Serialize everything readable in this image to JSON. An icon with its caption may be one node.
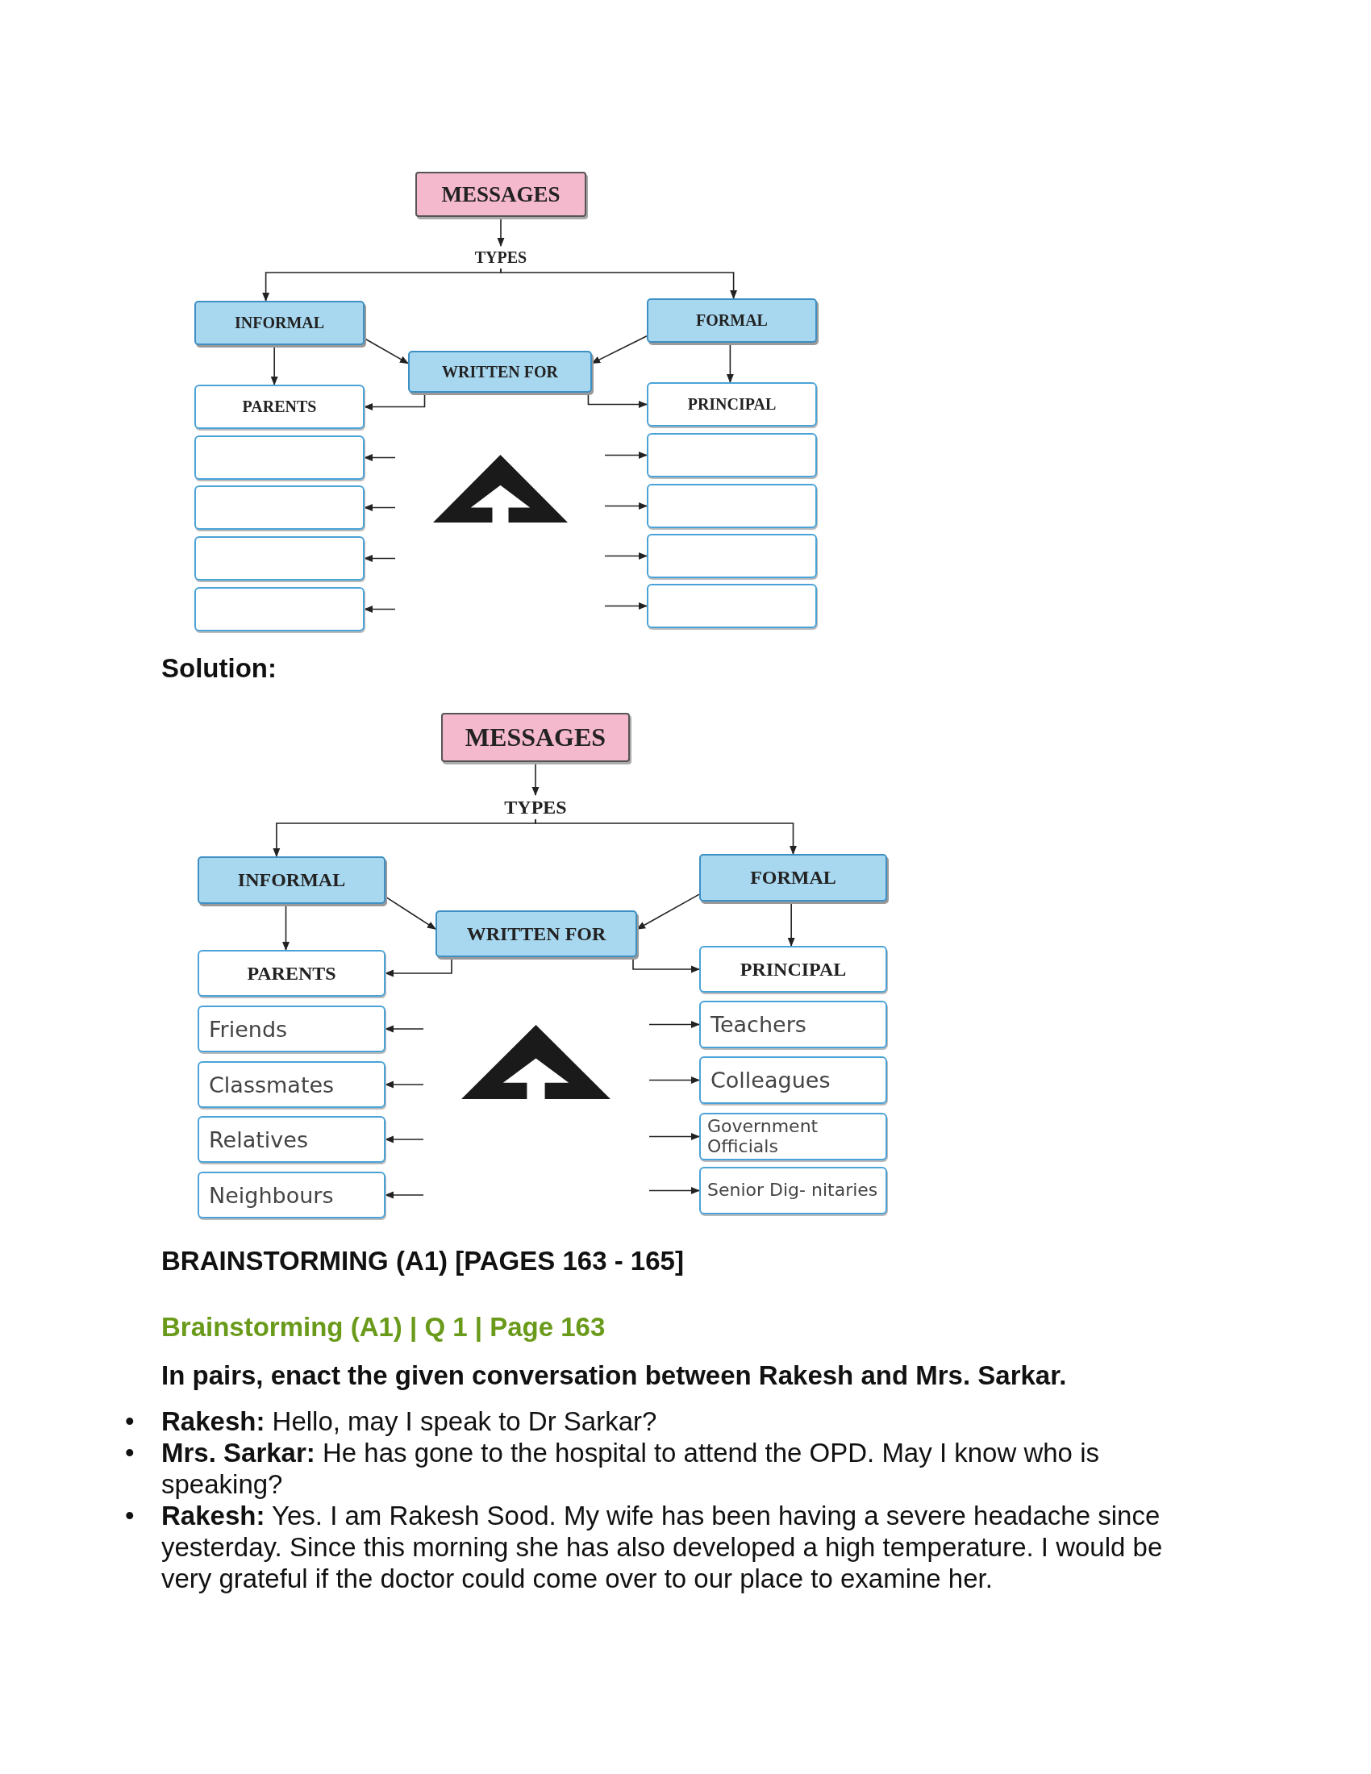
{
  "diagram": {
    "nodes": [
      {
        "text": [
          "MESSAGES"
        ]
      },
      {
        "text": [
          "TYPES"
        ]
      },
      {
        "text": [
          "INFORMAL"
        ]
      },
      {
        "text": [
          "FORMAL"
        ]
      },
      {
        "text": [
          "WRITTEN FOR"
        ]
      },
      {
        "text": [
          "PARENTS"
        ]
      },
      {
        "text": [],
        "shape": "box"
      },
      {
        "text": [],
        "shape": "box"
      },
      {
        "text": [],
        "shape": "box"
      },
      {
        "text": [],
        "shape": "box"
      },
      {
        "text": [
          "PRINCIPAL"
        ]
      },
      {
        "text": [],
        "shape": "box"
      },
      {
        "text": [],
        "shape": "box"
      },
      {
        "text": [],
        "shape": "box"
      },
      {
        "text": [],
        "shape": "box"
      },
      {
        "text": [
          "MESSAGES"
        ]
      },
      {
        "text": [
          "TYPES"
        ]
      },
      {
        "text": [
          "INFORMAL"
        ]
      },
      {
        "text": [
          "FORMAL"
        ]
      },
      {
        "text": [
          "WRITTEN FOR"
        ]
      },
      {
        "text": [
          "PARENTS"
        ]
      },
      {
        "text": [
          "Friends"
        ]
      },
      {
        "text": [
          "Classmates"
        ]
      },
      {
        "text": [
          "Relatives"
        ]
      },
      {
        "text": [
          "Neighbours"
        ]
      },
      {
        "text": [
          "PRINCIPAL"
        ]
      },
      {
        "text": [
          "Teachers"
        ]
      },
      {
        "text": [
          "Colleagues"
        ]
      },
      {
        "text": [
          "Government Officials"
        ]
      },
      {
        "text": [
          "Senior Dig- nitaries"
        ]
      }
    ],
    "edges": [
      {
        "from": 0,
        "to": 1,
        "arrow": "to"
      },
      {
        "from": 1,
        "to": 2,
        "arrow": "to"
      },
      {
        "from": 1,
        "to": 3,
        "arrow": "to"
      },
      {
        "from": 2,
        "to": 4,
        "arrow": "to"
      },
      {
        "from": 3,
        "to": 4,
        "arrow": "to"
      },
      {
        "from": 2,
        "to": 5,
        "arrow": "to"
      },
      {
        "from": 3,
        "to": 10,
        "arrow": "to"
      },
      {
        "from": 4,
        "to": 5,
        "arrow": "to"
      },
      {
        "from": null,
        "to": 6,
        "arrow": "to"
      },
      {
        "from": null,
        "to": 7,
        "arrow": "to"
      },
      {
        "from": null,
        "to": 8,
        "arrow": "to"
      },
      {
        "from": null,
        "to": 9,
        "arrow": "to"
      },
      {
        "from": 4,
        "to": 10,
        "arrow": "to"
      },
      {
        "from": null,
        "to": 11,
        "arrow": "to"
      },
      {
        "from": null,
        "to": 12,
        "arrow": "to"
      },
      {
        "from": null,
        "to": 13,
        "arrow": "to"
      },
      {
        "from": null,
        "to": 14,
        "arrow": "to"
      },
      {
        "from": 15,
        "to": 16,
        "arrow": "to"
      },
      {
        "from": 16,
        "to": 17,
        "arrow": "to"
      },
      {
        "from": 16,
        "to": 18,
        "arrow": "to"
      },
      {
        "from": 17,
        "to": 19,
        "arrow": "to"
      },
      {
        "from": 18,
        "to": 19,
        "arrow": "to"
      },
      {
        "from": 17,
        "to": 20,
        "arrow": "to"
      },
      {
        "from": 18,
        "to": 25,
        "arrow": "to"
      },
      {
        "from": 19,
        "to": 20,
        "arrow": "to"
      },
      {
        "from": null,
        "to": 21,
        "arrow": "to"
      },
      {
        "from": null,
        "to": 22,
        "arrow": "to"
      },
      {
        "from": null,
        "to": 23,
        "arrow": "to"
      },
      {
        "from": null,
        "to": 24,
        "arrow": "to"
      },
      {
        "from": 19,
        "to": 25,
        "arrow": "to"
      },
      {
        "from": null,
        "to": 26,
        "arrow": "to"
      },
      {
        "from": null,
        "to": 27,
        "arrow": "to"
      },
      {
        "from": null,
        "to": 28,
        "arrow": "to"
      },
      {
        "from": null,
        "to": 29,
        "arrow": "to"
      }
    ],
    "labels": [
      "Solution:",
      "BRAINSTORMING (A1) [PAGES 163 - 165]",
      "Brainstorming (A1) | Q 1 | Page 163",
      "In pairs, enact the given conversation between Rakesh and Mrs. Sarkar.",
      "•",
      "**Rakesh:** Hello, may I speak to Dr Sarkar?",
      "•",
      "**Mrs. Sarkar:** He has gone to the hospital to attend the OPD. May I know who is speaking?",
      "•",
      "**Rakesh:** Yes. I am Rakesh Sood. My wife has been having a severe headache since yesterday. Since this morning she has also developed a high temperature. I would be very grateful if the doctor could come over to our place to examine her."
    ]
  }
}
